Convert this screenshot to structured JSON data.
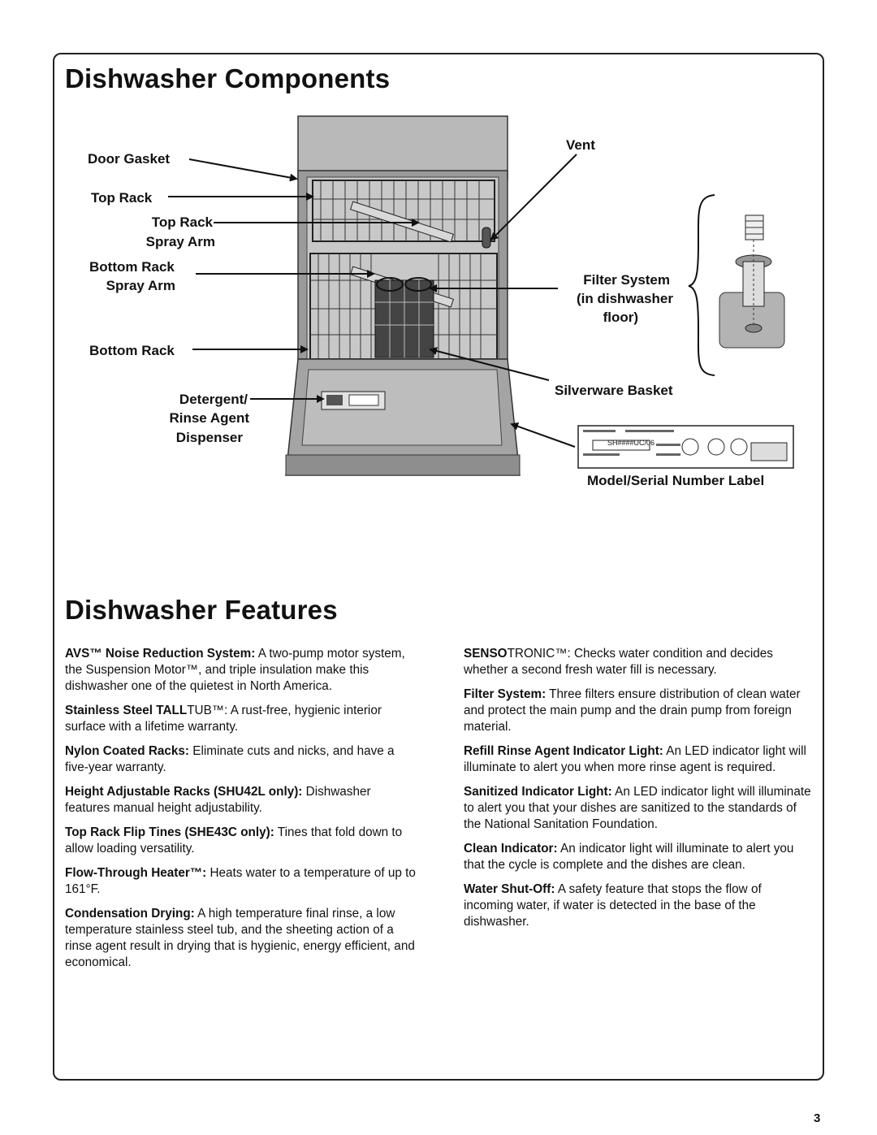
{
  "components": {
    "title": "Dishwasher Components",
    "labels": {
      "door_gasket": "Door Gasket",
      "top_rack": "Top Rack",
      "top_spray_1": "Top Rack",
      "top_spray_2": "Spray Arm",
      "bottom_spray_1": "Bottom Rack",
      "bottom_spray_2": "Spray Arm",
      "bottom_rack": "Bottom Rack",
      "detergent_1": "Detergent/",
      "detergent_2": "Rinse Agent",
      "detergent_3": "Dispenser",
      "vent": "Vent",
      "filter_1": "Filter System",
      "filter_2": "(in dishwasher",
      "filter_3": "floor)",
      "silverware": "Silverware Basket",
      "model_label": "Model/Serial Number Label",
      "label_code": "SH####UC/06"
    }
  },
  "features": {
    "title": "Dishwasher Features",
    "left": [
      {
        "term": "AVS™ Noise Reduction System:",
        "text": " A two-pump motor system, the Suspension Motor™, and triple insulation make this dishwasher one of the quietest in North America."
      },
      {
        "term": "Stainless Steel TALL",
        "term2": "TUB™:",
        "text": " A rust-free, hygienic interior surface with a lifetime warranty."
      },
      {
        "term": "Nylon Coated Racks:",
        "text": " Eliminate cuts and nicks, and have a five-year warranty."
      },
      {
        "term": "Height Adjustable Racks (SHU42L only):",
        "text": " Dishwasher features manual height adjustability."
      },
      {
        "term": "Top Rack Flip Tines (SHE43C only):",
        "text": " Tines that fold down to allow loading versatility."
      },
      {
        "term": "Flow-Through Heater™:",
        "text": " Heats water to a temperature of up to 161°F."
      },
      {
        "term": "Condensation Drying:",
        "text": " A high temperature final rinse, a low temperature stainless steel tub, and the sheeting action of a rinse agent result in drying that is hygienic, energy efficient, and economical."
      }
    ],
    "right": [
      {
        "term": "SENSO",
        "term2": "TRONIC™:",
        "text": " Checks water condition and decides whether a second fresh water fill is necessary."
      },
      {
        "term": "Filter System:",
        "text": " Three filters ensure distribution of clean water and protect the main pump and the drain pump from foreign material."
      },
      {
        "term": "Refill Rinse Agent Indicator Light:",
        "text": " An LED indicator light will illuminate to alert you when more rinse agent is required."
      },
      {
        "term": "Sanitized Indicator Light:",
        "text": "  An LED indicator light will illuminate to alert you that your dishes are sanitized to the standards of the National Sanitation Foundation."
      },
      {
        "term": "Clean Indicator:",
        "text": "  An indicator light will illuminate to alert you that the cycle is complete and the dishes are clean."
      },
      {
        "term": "Water Shut-Off:",
        "text": " A safety feature that stops the flow of incoming water, if water is detected in the base of the dishwasher."
      }
    ]
  },
  "page_number": "3"
}
